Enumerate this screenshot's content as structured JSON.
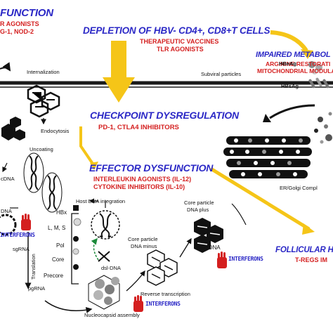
{
  "colors": {
    "blue": "#2b28c6",
    "red": "#d41f1f",
    "yellow": "#f5c518",
    "black": "#111111",
    "membrane": "#1a1a1a"
  },
  "top_left": {
    "title": "FUNCTION",
    "line1": "R AGONISTS",
    "line2": "G-1, NOD-2"
  },
  "depletion": {
    "title": "DEPLETION OF HBV- CD4+, CD8+T CELLS",
    "line1": "THERAPEUTIC VACCINES",
    "line2": "TLR AGONISTS"
  },
  "metabolism": {
    "title": "IMPAIRED METABOL",
    "line1": "ARGININE RESTORATI",
    "line2": "MITOCHONDRIAL MODULA"
  },
  "checkpoint": {
    "title": "CHECKPOINT DYSREGULATION",
    "line1": "PD-1, CTLA4 INHIBITORS"
  },
  "effector": {
    "title": "EFFECTOR DYSFUNCTION",
    "line1": "INTERLEUKIN AGONISTS (IL-12)",
    "line2": "CYTOKINE INHIBITORS (IL-10)"
  },
  "follicular": {
    "title": "FOLLICULAR HE",
    "line1": "T-REGS IM"
  },
  "labels": {
    "internalization": "Internalization",
    "subviral": "Subviral particles",
    "hbeag": "HBeAg",
    "hbsag": "HBsAg",
    "endocytosis": "Endocytosis",
    "uncoating": "Uncoating",
    "cdna": "cDNA",
    "dna": "DNA",
    "er_golgi": "ER/Golgi Compl",
    "host_dna": "Host DNA integration",
    "hbx": "HBx",
    "lms": "L, M, S",
    "pol": "Pol",
    "core": "Core",
    "precore": "Precore",
    "dsl_dna": "dsl-DNA",
    "core_minus_1": "Core particle",
    "core_minus_2": "DNA minus",
    "core_plus_1": "Core particle",
    "core_plus_2": "DNA plus",
    "rcdna": "rcDNA",
    "translation": "Translation",
    "sgrna": "sgRNA",
    "pgrna": "pgRNA",
    "reverse_transcription": "Reverse transcription",
    "nucleocapsid": "Nucleocapsid assembly"
  },
  "interferons": {
    "left": "INTERFERONS",
    "right": "INTERFERONS",
    "bottom": "INTERFERONS"
  }
}
